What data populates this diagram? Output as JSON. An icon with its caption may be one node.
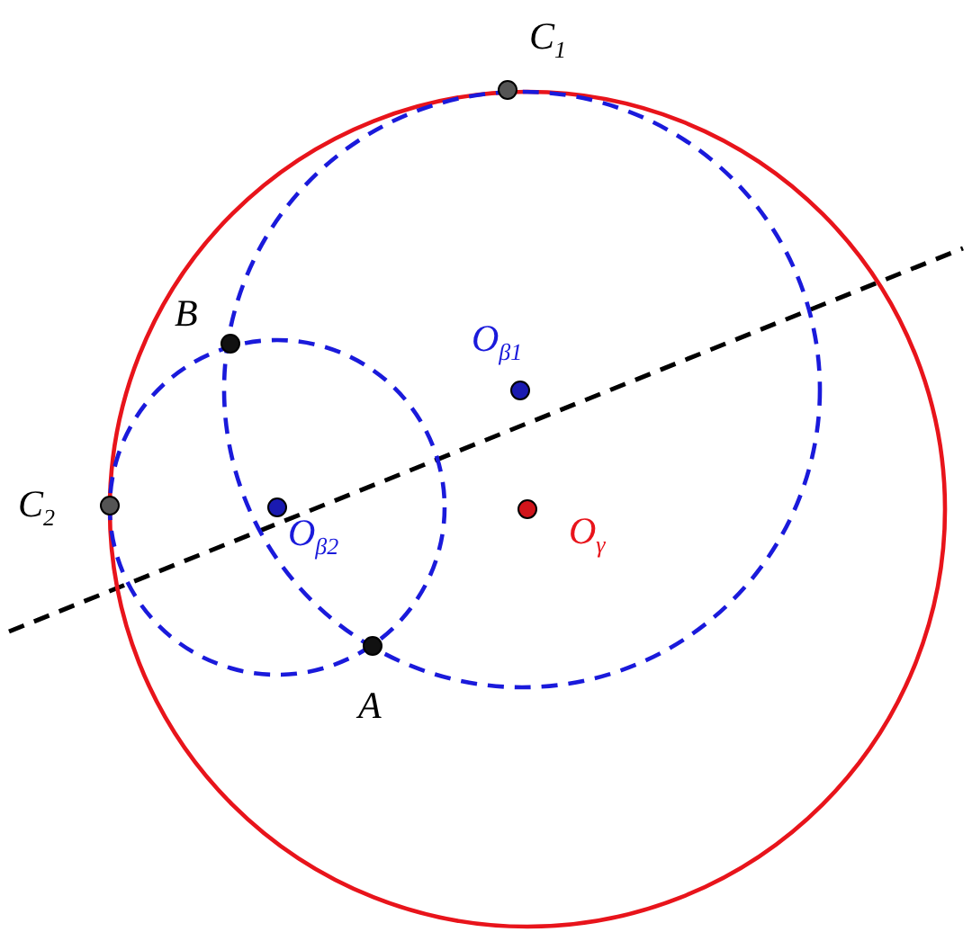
{
  "diagram": {
    "labels": [
      "C$_{1}$",
      "B",
      "O$_{β1}$",
      "C$_{2}$",
      "O$_{β2}$",
      "O$_{γ}$",
      "A"
    ]
  }
}
